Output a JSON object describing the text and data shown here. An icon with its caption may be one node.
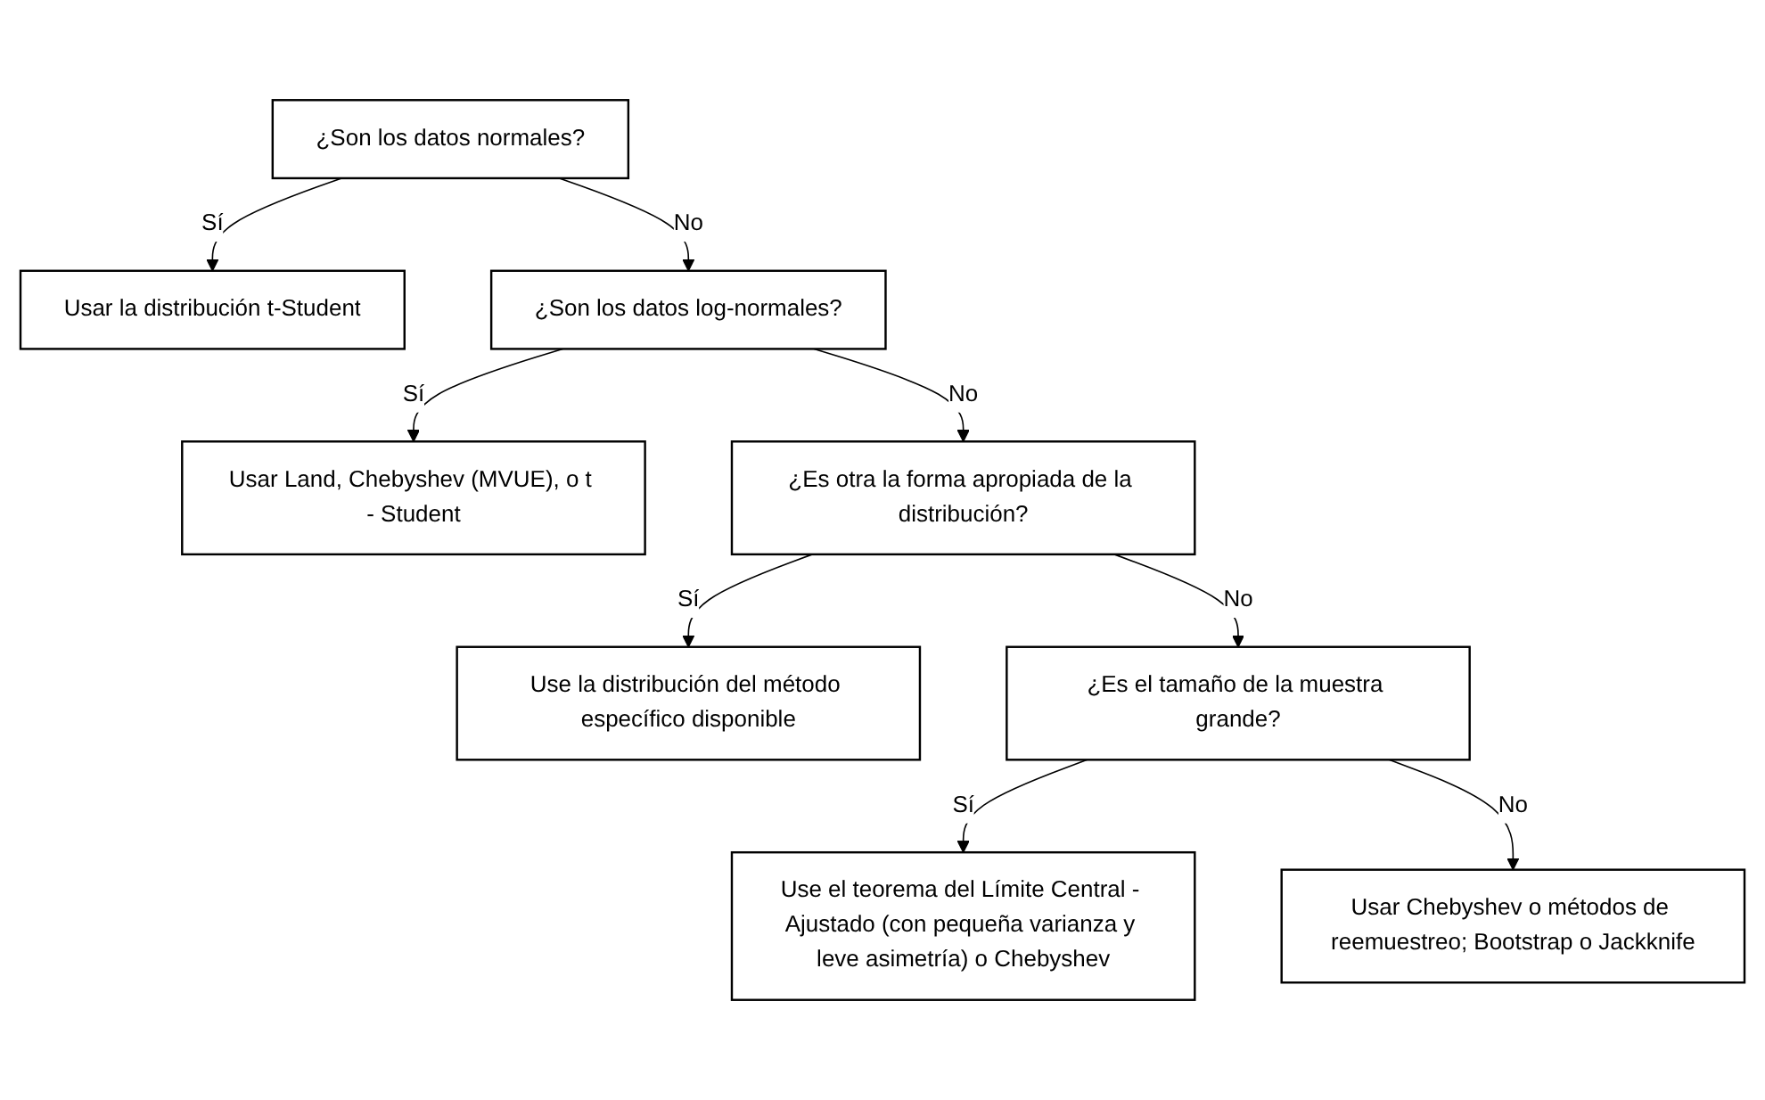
{
  "diagram": {
    "nodes": [
      {
        "text": [
          "¿Son los datos normales?"
        ]
      },
      {
        "text": [
          "Usar la distribución t-Student"
        ]
      },
      {
        "text": [
          "¿Son los datos log-normales?"
        ]
      },
      {
        "text": [
          "Usar Land, Chebyshev (MVUE), o t - Student"
        ]
      },
      {
        "text": [
          "¿Es otra la forma apropiada de la distribución?"
        ]
      },
      {
        "text": [
          "Use la distribución del método específico disponible"
        ]
      },
      {
        "text": [
          "¿Es el tamaño de la muestra grande?"
        ]
      },
      {
        "text": [
          "Use el teorema del Límite Central - Ajustado (con pequeña varianza y leve asimetría) o Chebyshev"
        ]
      },
      {
        "text": [
          "Usar Chebyshev o métodos de reemuestreo; Bootstrap o Jackknife"
        ]
      }
    ],
    "edges": [
      {
        "from": 0,
        "to": 1,
        "arrow": "to",
        "label": "Sí"
      },
      {
        "from": 0,
        "to": 2,
        "arrow": "to",
        "label": "No"
      },
      {
        "from": 2,
        "to": 3,
        "arrow": "to",
        "label": "Sí"
      },
      {
        "from": 2,
        "to": 4,
        "arrow": "to",
        "label": "No"
      },
      {
        "from": 4,
        "to": 5,
        "arrow": "to",
        "label": "Sí"
      },
      {
        "from": 4,
        "to": 6,
        "arrow": "to",
        "label": "No"
      },
      {
        "from": 6,
        "to": 7,
        "arrow": "to",
        "label": "Sí"
      },
      {
        "from": 6,
        "to": 8,
        "arrow": "to",
        "label": "No"
      }
    ]
  }
}
